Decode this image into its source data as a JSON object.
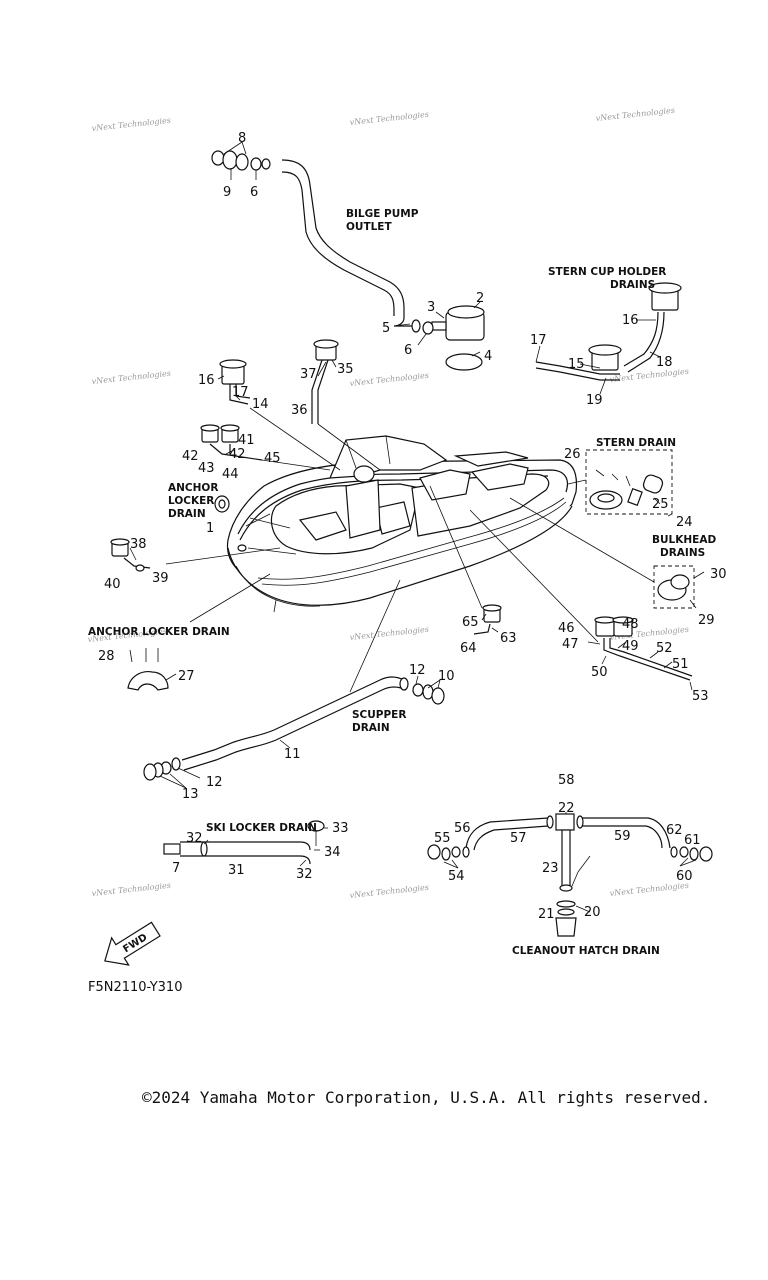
{
  "diagram_code": "F5N2110-Y310",
  "copyright": "©2024 Yamaha Motor Corporation, U.S.A. All rights reserved.",
  "watermark": "vNext Technologies",
  "fwd_label": "FWD",
  "section_labels": {
    "bilge_pump_outlet_1": "BILGE PUMP",
    "bilge_pump_outlet_2": "OUTLET",
    "stern_cup_holder_1": "STERN CUP HOLDER",
    "stern_cup_holder_2": "DRAINS",
    "stern_drain": "STERN DRAIN",
    "anchor_locker_1": "ANCHOR",
    "anchor_locker_2": "LOCKER",
    "anchor_locker_3": "DRAIN",
    "bulkhead_1": "BULKHEAD",
    "bulkhead_2": "DRAINS",
    "anchor_locker_drain": "ANCHOR LOCKER DRAIN",
    "scupper_1": "SCUPPER",
    "scupper_2": "DRAIN",
    "ski_locker_drain": "SKI LOCKER DRAIN",
    "cleanout_hatch_drain": "CLEANOUT HATCH DRAIN"
  },
  "callouts": {
    "n8": "8",
    "n9": "9",
    "n6a": "6",
    "n3": "3",
    "n2": "2",
    "n5": "5",
    "n6b": "6",
    "n4": "4",
    "n16a": "16",
    "n17a": "17",
    "n14": "14",
    "n37": "37",
    "n35": "35",
    "n36": "36",
    "n17b": "17",
    "n15": "15",
    "n16b": "16",
    "n18": "18",
    "n19": "19",
    "n41": "41",
    "n42a": "42",
    "n42b": "42",
    "n43": "43",
    "n44": "44",
    "n45": "45",
    "n26": "26",
    "n25": "25",
    "n24": "24",
    "n1": "1",
    "n38": "38",
    "n40": "40",
    "n39": "39",
    "n30": "30",
    "n29": "29",
    "n28": "28",
    "n27": "27",
    "n65": "65",
    "n64": "64",
    "n63": "63",
    "n46": "46",
    "n48": "48",
    "n47": "47",
    "n49": "49",
    "n52": "52",
    "n50": "50",
    "n51": "51",
    "n53": "53",
    "n12a": "12",
    "n10": "10",
    "n11": "11",
    "n12b": "12",
    "n13": "13",
    "n58": "58",
    "n22": "22",
    "n57": "57",
    "n59": "59",
    "n56": "56",
    "n55": "55",
    "n62": "62",
    "n61": "61",
    "n54": "54",
    "n60": "60",
    "n23": "23",
    "n21": "21",
    "n20": "20",
    "n32a": "32",
    "n33": "33",
    "n34": "34",
    "n7": "7",
    "n31": "31",
    "n32b": "32"
  }
}
